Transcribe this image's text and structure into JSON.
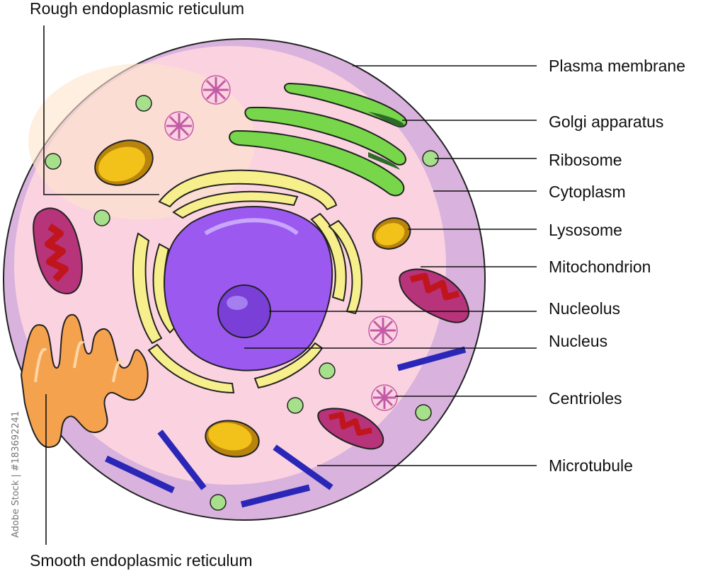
{
  "labels": {
    "rough_er": "Rough endoplasmic reticulum",
    "smooth_er": "Smooth endoplasmic reticulum",
    "plasma_membrane": "Plasma membrane",
    "golgi": "Golgi apparatus",
    "ribosome": "Ribosome",
    "cytoplasm": "Cytoplasm",
    "lysosome": "Lysosome",
    "mitochondrion": "Mitochondrion",
    "nucleolus": "Nucleolus",
    "nucleus": "Nucleus",
    "centrioles": "Centrioles",
    "microtubule": "Microtubule"
  },
  "watermark": "Adobe Stock | #183692241",
  "colors": {
    "membrane": "#d9b3dd",
    "cytoplasm": "#fbd3e0",
    "nucleus": "#9b59f0",
    "nucleolus": "#7a3fd6",
    "er": "#f7ee8c",
    "golgi": "#77d64a",
    "smooth_er": "#f5a24e",
    "mitochondrion": "#b7337a",
    "lysosome": "#f2c11a",
    "ribosome": "#a6e08a",
    "microtubule": "#2a27b8"
  }
}
